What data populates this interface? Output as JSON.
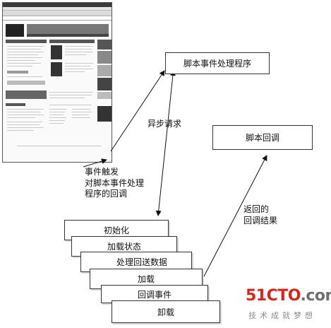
{
  "diagram": {
    "handler_box": "脚本事件处理程序",
    "callback_box": "脚本回调",
    "async_request": "异步请求",
    "event_trigger_lines": [
      "事件触发",
      "对脚本事件处理",
      "程序的回调"
    ],
    "return_lines": [
      "返回的",
      "回调结果"
    ],
    "stages": [
      "初始化",
      "加载状态",
      "处理回送数据",
      "加载",
      "回调事件",
      "卸载"
    ]
  },
  "watermark": {
    "logo_main": "51CTO",
    "logo_suffix": ".com",
    "tagline": "技术成就梦想",
    "colors": {
      "logo_red": "#d9241c",
      "logo_gray": "#6f6f6f"
    }
  },
  "browser_thumbnail": {
    "description_icon": "browser-window-screenshot"
  }
}
